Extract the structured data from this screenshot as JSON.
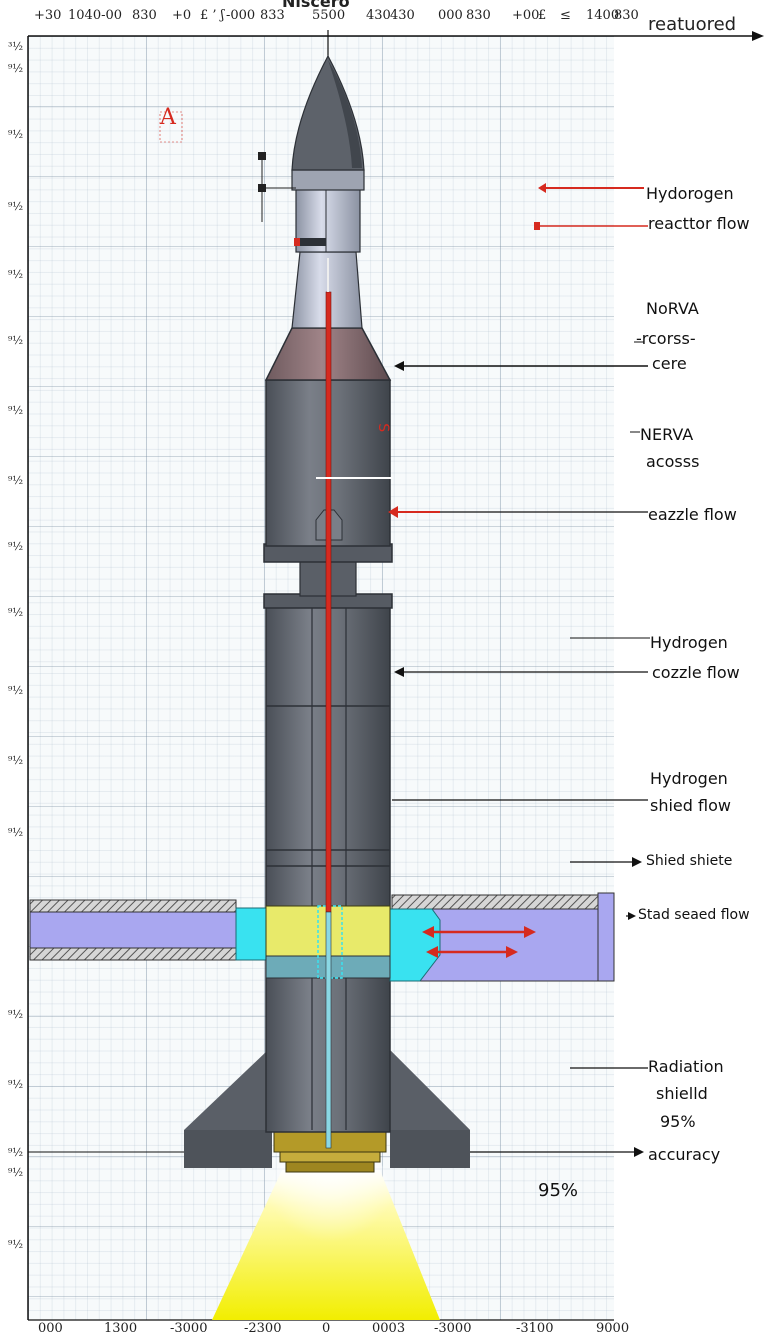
{
  "header": {
    "title": "Nlscero",
    "corner_label": "reatuored"
  },
  "axes": {
    "top_ticks": [
      "+30",
      "1040-00",
      "830",
      "+0",
      "£ ’ ʃ",
      "-000",
      "833",
      "5500",
      "430",
      "430",
      "000",
      "830",
      "+00",
      "£",
      "≤",
      "1400",
      "830"
    ],
    "bottom_ticks": [
      "000",
      "1300",
      "-3000",
      "-2300",
      "0",
      "0003",
      "-3000",
      "-3100",
      "9000"
    ],
    "left_ticks": [
      "³½",
      "⁹½",
      "⁹½",
      "⁹½",
      "⁹½",
      "⁹½",
      "⁹½",
      "⁹½",
      "⁹½",
      "⁹½",
      "⁹½",
      "⁹½",
      "⁹½",
      "⁹½",
      "⁹½",
      "⁹½",
      "⁹½",
      "⁹½"
    ]
  },
  "callouts": {
    "hydrogen_reactor_1": "Hydorogen",
    "hydrogen_reactor_2": "reacttor flow",
    "norva_1": "NoRVA",
    "norva_2": "-rcorss-",
    "norva_3": "cere",
    "nerva_1": "NERVA",
    "nerva_2": "acosss",
    "eazzle": "eazzle  flow",
    "hydrogen_cozzle_1": "Hydrogen",
    "hydrogen_cozzle_2": "cozzle  flow",
    "hydrogen_shied_1": "Hydrogen",
    "hydrogen_shied_2": "shied flow",
    "shied_shiete": "Shied  shiete",
    "stad_seaed": "Stad seaed flow",
    "radiation_1": "Radiation",
    "radiation_2": "shielld",
    "radiation_3": "95%",
    "accuracy": "accuracy",
    "big_percent": "95%",
    "red_marker": "A",
    "red_small": "S"
  },
  "colors": {
    "body_gray": "#6e737b",
    "body_dark": "#3e434a",
    "nose_gray": "#5d626a",
    "collar": "#8c6f74",
    "flow_red": "#d62a1f",
    "pipe_purple": "#a9a7f0",
    "cyan": "#39e2f0",
    "yellow_band": "#e8ea6a",
    "exhaust": "#f4f000",
    "nozzle_gold": "#b49a28"
  }
}
